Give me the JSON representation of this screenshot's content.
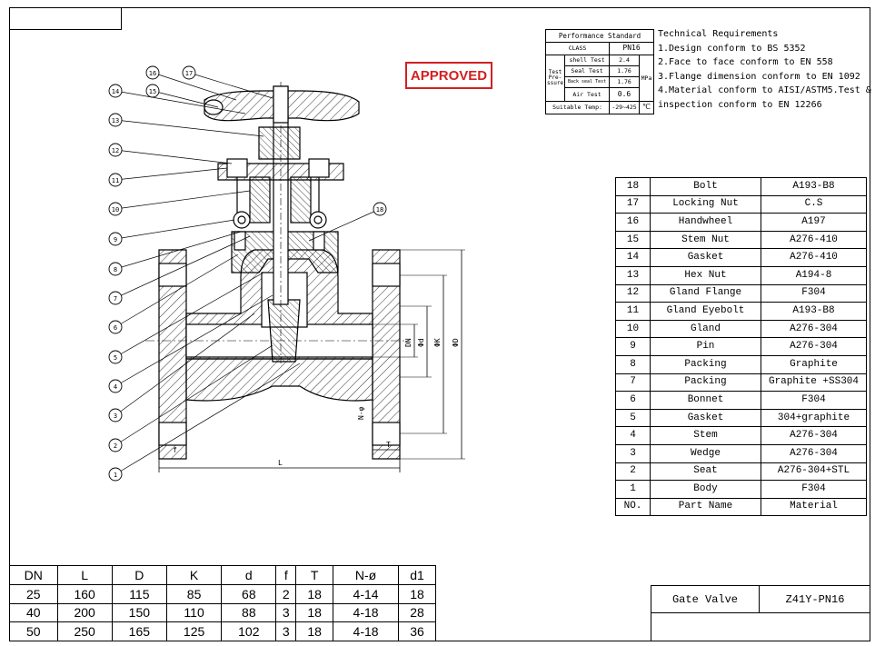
{
  "stamp": "APPROVED",
  "performance": {
    "title": "Performance Standard",
    "class_label": "CLASS",
    "class_value": "PN16",
    "test_label": "Test",
    "pre_label": "Pre-",
    "ssure_label": "ssure",
    "shell_label": "shell Test",
    "shell_value": "2.4",
    "seal_label": "Seal Test",
    "seal_value": "1.76",
    "back_label": "Back seal Test",
    "back_value": "1.76",
    "air_label": "Air Test",
    "air_value": "0.6",
    "unit": "MPa",
    "temp_label": "Suitable Temp:",
    "temp_value": "-29~425",
    "temp_unit": "℃"
  },
  "technical": {
    "title": "Technical Requirements",
    "lines": [
      "1.Design conform to BS 5352",
      "2.Face to face conform to EN 558",
      "3.Flange dimension conform to EN 1092",
      "4.Material conform to AISI/ASTM5.Test &",
      "inspection conform to EN 12266"
    ]
  },
  "parts": [
    [
      "18",
      "Bolt",
      "A193-B8"
    ],
    [
      "17",
      "Locking Nut",
      "C.S"
    ],
    [
      "16",
      "Handwheel",
      "A197"
    ],
    [
      "15",
      "Stem Nut",
      "A276-410"
    ],
    [
      "14",
      "Gasket",
      "A276-410"
    ],
    [
      "13",
      "Hex Nut",
      "A194-8"
    ],
    [
      "12",
      "Gland Flange",
      "F304"
    ],
    [
      "11",
      "Gland Eyebolt",
      "A193-B8"
    ],
    [
      "10",
      "Gland",
      "A276-304"
    ],
    [
      "9",
      "Pin",
      "A276-304"
    ],
    [
      "8",
      "Packing",
      "Graphite"
    ],
    [
      "7",
      "Packing",
      "Graphite +SS304"
    ],
    [
      "6",
      "Bonnet",
      "F304"
    ],
    [
      "5",
      "Gasket",
      "304+graphite"
    ],
    [
      "4",
      "Stem",
      "A276-304"
    ],
    [
      "3",
      "Wedge",
      "A276-304"
    ],
    [
      "2",
      "Seat",
      "A276-304+STL"
    ],
    [
      "1",
      "Body",
      "F304"
    ],
    [
      "NO.",
      "Part Name",
      "Material"
    ]
  ],
  "title_block": {
    "name": "Gate Valve",
    "model": "Z41Y-PN16"
  },
  "dimension_table": {
    "headers": [
      "DN",
      "L",
      "D",
      "K",
      "d",
      "f",
      "T",
      "N-ø",
      "d1"
    ],
    "rows": [
      [
        "25",
        "160",
        "115",
        "85",
        "68",
        "2",
        "18",
        "4-14",
        "18"
      ],
      [
        "40",
        "200",
        "150",
        "110",
        "88",
        "3",
        "18",
        "4-18",
        "28"
      ],
      [
        "50",
        "250",
        "165",
        "125",
        "102",
        "3",
        "18",
        "4-18",
        "36"
      ]
    ]
  },
  "drawing_labels": {
    "L": "L",
    "T": "T",
    "f": "f",
    "DN": "DN",
    "d": "Φd",
    "K": "ΦK",
    "D": "ΦD",
    "n": "N-φ"
  },
  "balloons": [
    "1",
    "2",
    "3",
    "4",
    "5",
    "6",
    "7",
    "8",
    "9",
    "10",
    "11",
    "12",
    "13",
    "14",
    "15",
    "16",
    "17",
    "18"
  ]
}
